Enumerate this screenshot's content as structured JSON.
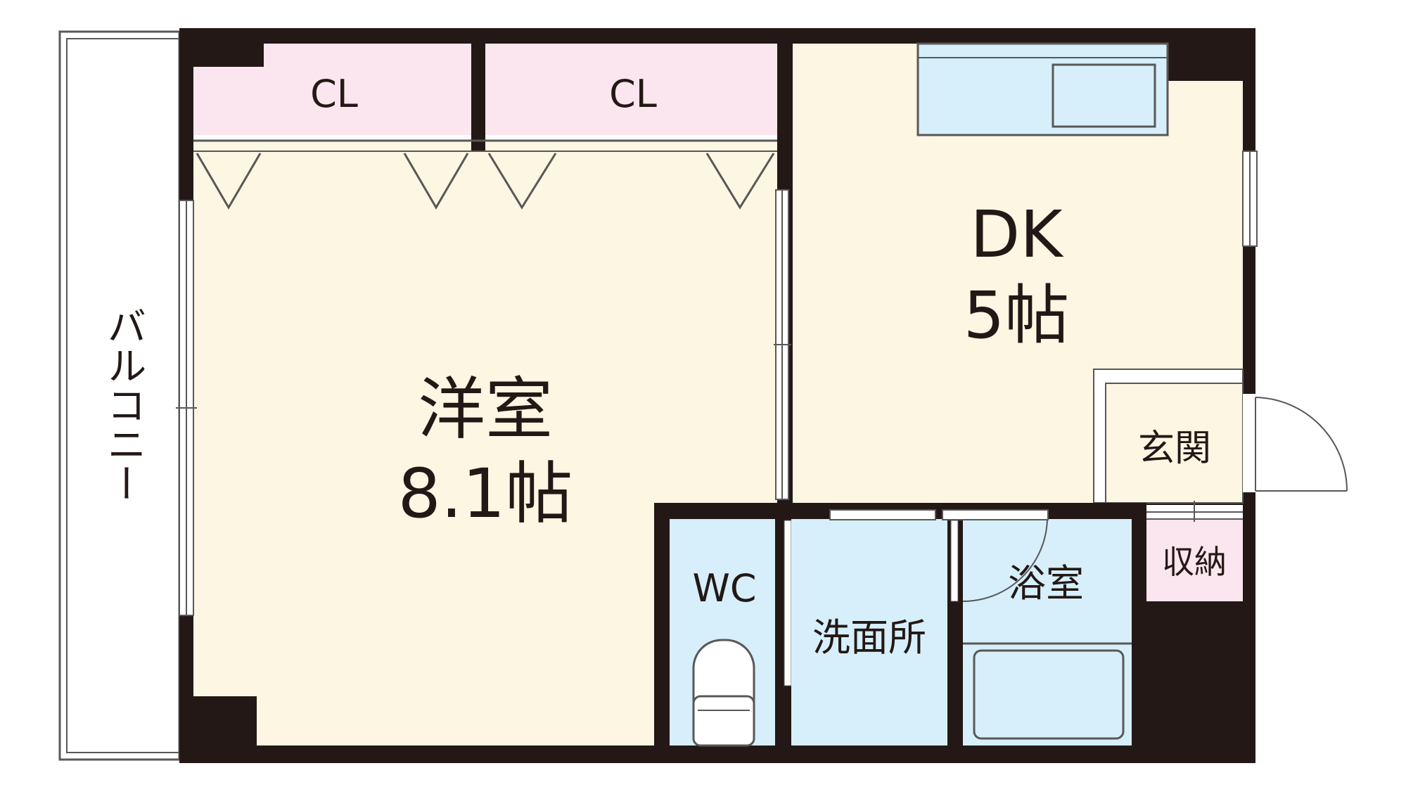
{
  "floorplan": {
    "balcony_label": "バルコニー",
    "western_room": {
      "name": "洋室",
      "size": "8.1帖"
    },
    "closet_left": "CL",
    "closet_right": "CL",
    "dk": {
      "name": "DK",
      "size": "5帖"
    },
    "entrance": "玄関",
    "storage": "収納",
    "wc": "WC",
    "washroom": "洗面所",
    "bathroom": "浴室"
  },
  "colors": {
    "room_floor": "#fdf6e3",
    "closet": "#fbe5ee",
    "wet_area": "#d6effa",
    "wall": "#231815",
    "fixture_line": "#595757"
  }
}
